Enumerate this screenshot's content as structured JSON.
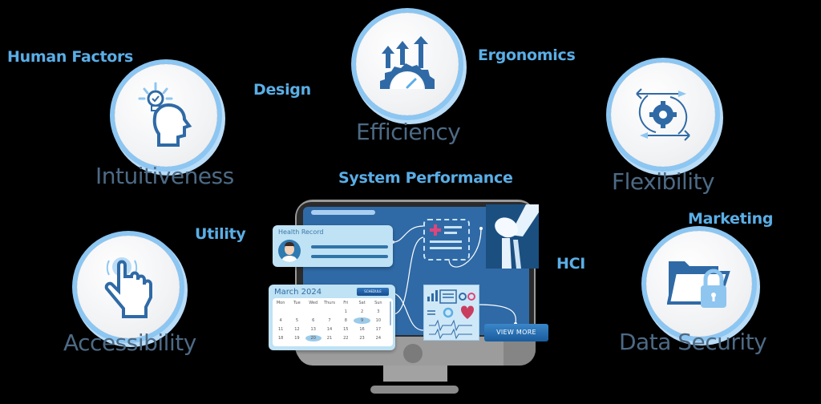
{
  "keywords": {
    "human_factors": "Human Factors",
    "design": "Design",
    "ergonomics": "Ergonomics",
    "system_performance": "System Performance",
    "utility": "Utility",
    "hci": "HCI",
    "marketing": "Marketing"
  },
  "features": {
    "intuitiveness": {
      "label": "Intuitiveness",
      "icon": "lightbulb-head-icon"
    },
    "efficiency": {
      "label": "Efficiency",
      "icon": "gear-arrows-gauge-icon"
    },
    "flexibility": {
      "label": "Flexibility",
      "icon": "gear-cycle-arrows-icon"
    },
    "accessibility": {
      "label": "Accessibility",
      "icon": "hand-tap-icon"
    },
    "data_security": {
      "label": "Data Security",
      "icon": "folder-lock-icon"
    }
  },
  "monitor": {
    "health_record": {
      "title": "Health Record"
    },
    "calendar": {
      "title": "March 2024",
      "button": "SCHEDULE",
      "days": [
        "Mon",
        "Tue",
        "Wed",
        "Thurs",
        "Fri",
        "Sat",
        "Sun"
      ],
      "rows": [
        [
          "",
          "",
          "",
          "",
          "1",
          "2",
          "3"
        ],
        [
          "4",
          "5",
          "6",
          "7",
          "8",
          "9",
          "10"
        ],
        [
          "11",
          "12",
          "13",
          "14",
          "15",
          "16",
          "17"
        ],
        [
          "18",
          "19",
          "20",
          "21",
          "22",
          "23",
          "24"
        ]
      ],
      "highlighted": [
        "9",
        "20"
      ]
    },
    "view_more": "VIEW MORE"
  },
  "colors": {
    "keyword": "#5aaee6",
    "feature": "#4d6a85",
    "circle_ring": "#8cc6f2",
    "icon_primary": "#2f6aa6",
    "screen": "#2f6aa6"
  }
}
